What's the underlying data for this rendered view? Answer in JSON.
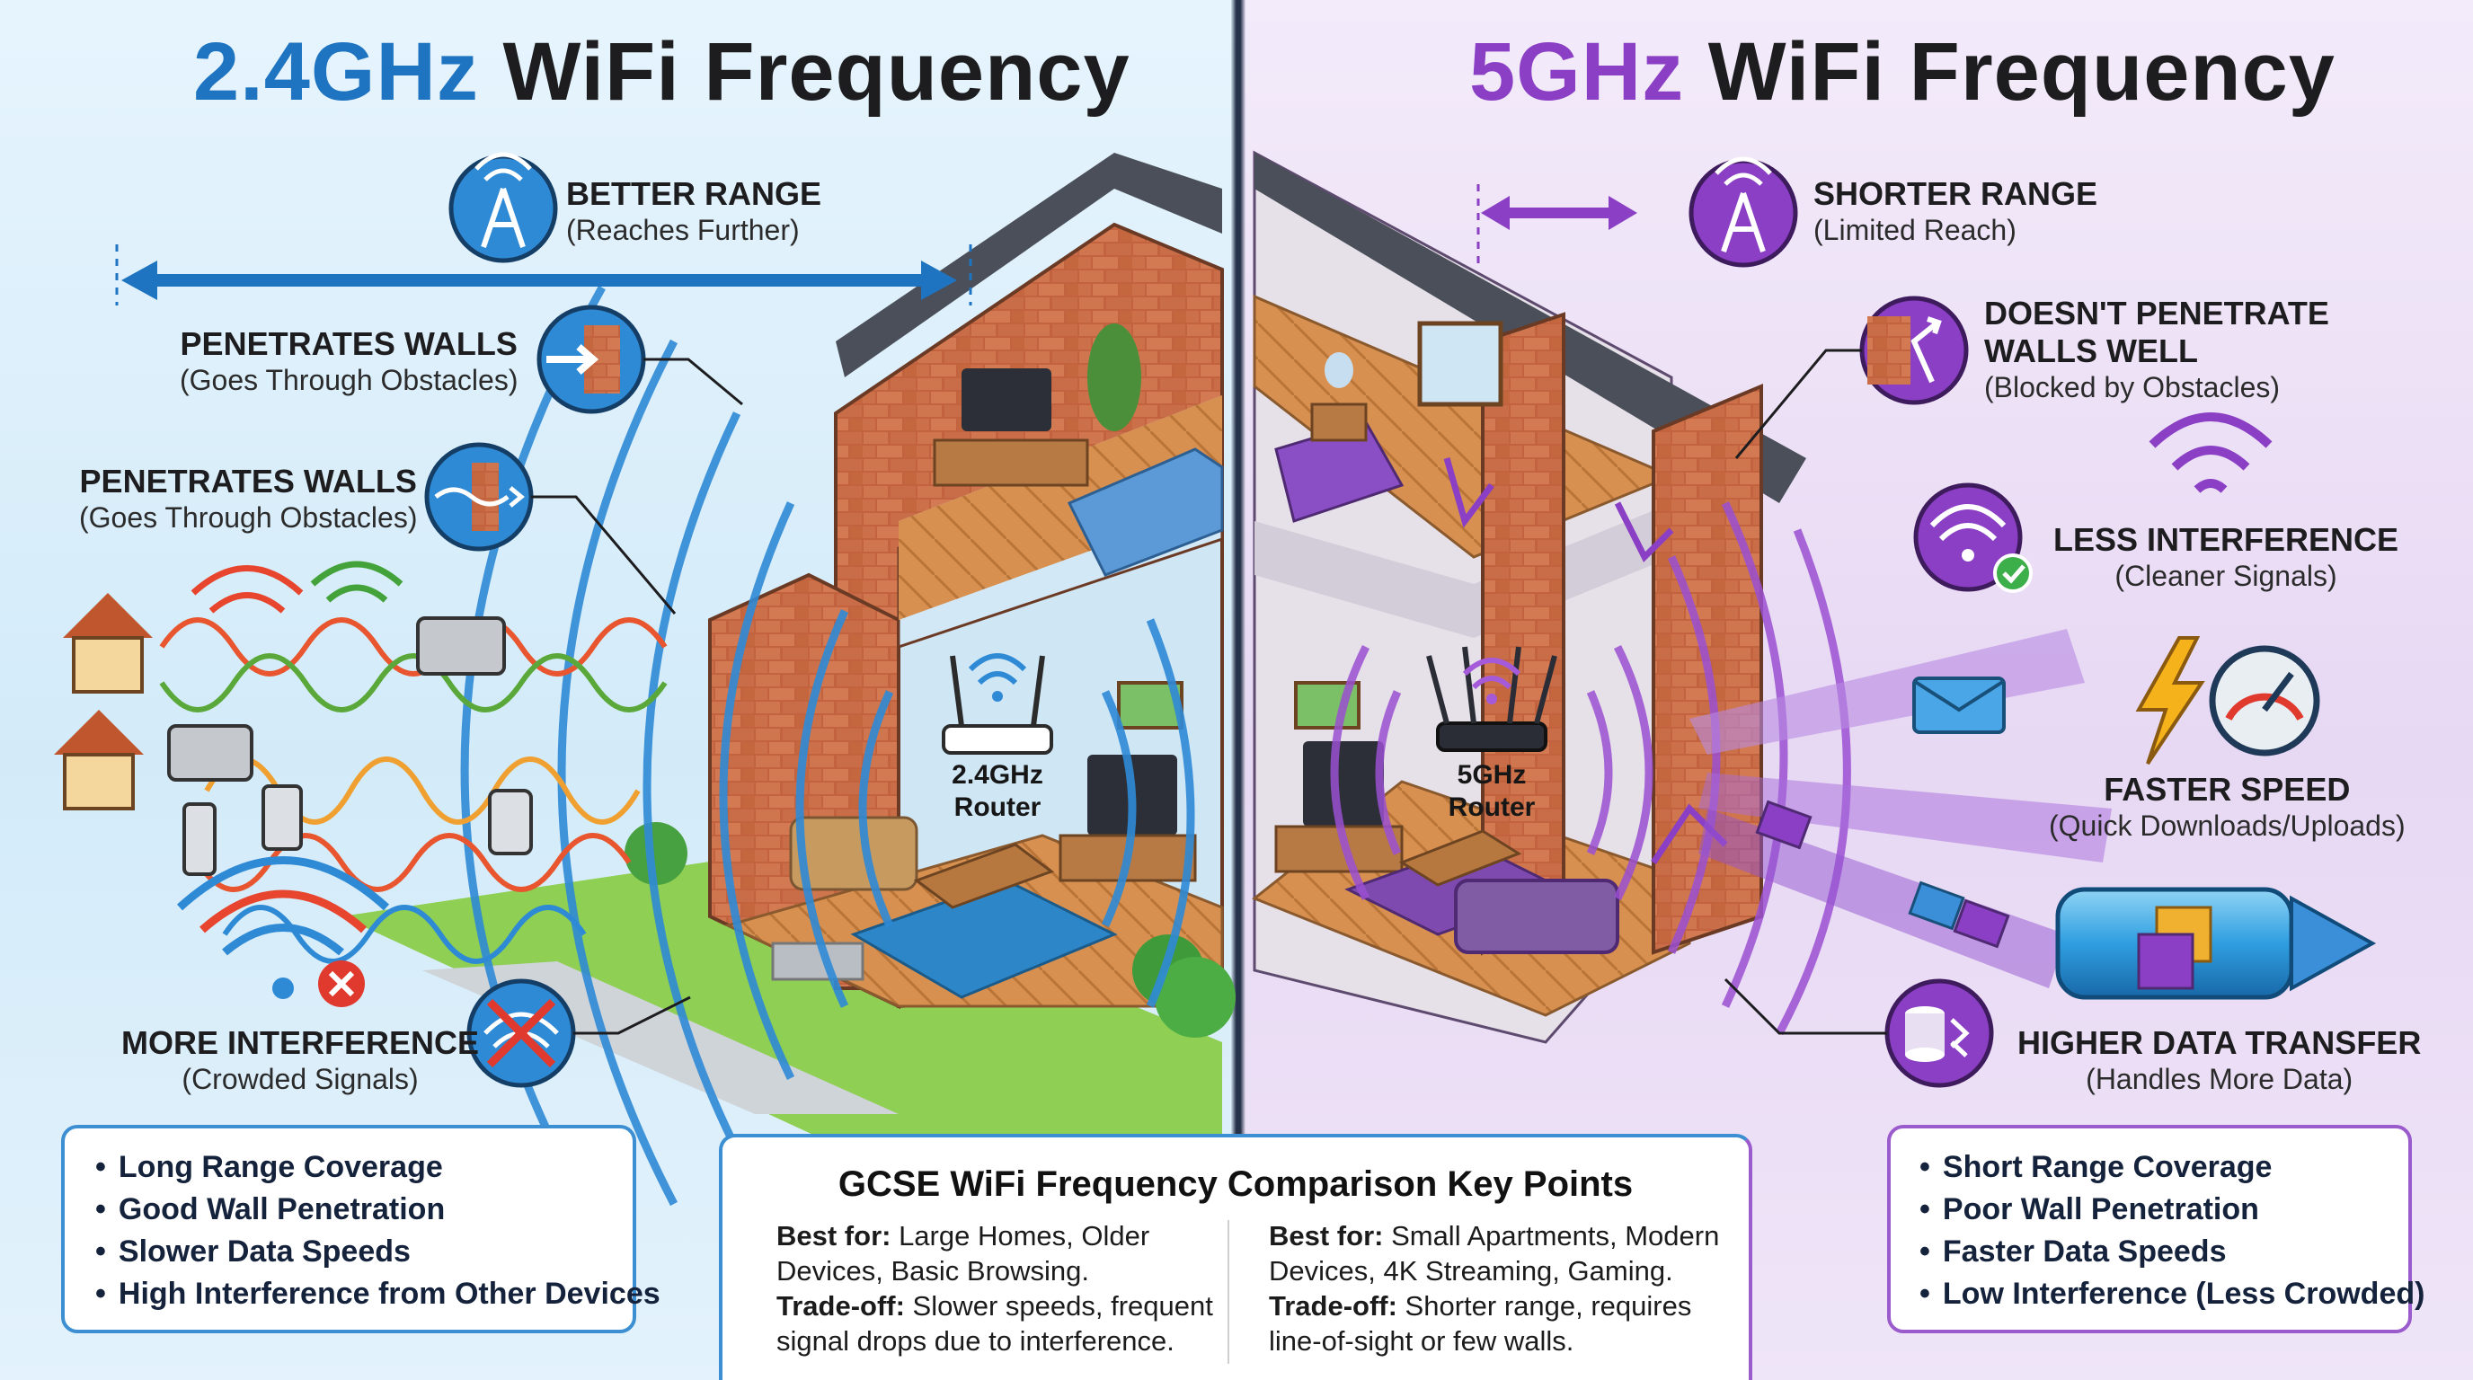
{
  "left": {
    "title_freq": "2.4GHz",
    "title_rest": "WiFi Frequency",
    "accent": "#1e74c0",
    "features": [
      {
        "head": "BETTER RANGE",
        "sub": "(Reaches Further)",
        "icon": "signal-tower-icon"
      },
      {
        "head": "PENETRATES WALLS",
        "sub": "(Goes Through Obstacles)",
        "icon": "arrow-through-wall-icon"
      },
      {
        "head": "PENETRATES WALLS",
        "sub": "(Goes Through Obstacles)",
        "icon": "wave-through-wall-icon"
      },
      {
        "head": "MORE INTERFERENCE",
        "sub": "(Crowded Signals)",
        "icon": "blocked-signal-icon"
      }
    ],
    "router_label_1": "2.4GHz",
    "router_label_2": "Router",
    "summary": [
      "Long Range Coverage",
      "Good Wall Penetration",
      "Slower Data Speeds",
      "High Interference from Other Devices"
    ],
    "summary_animal": "turtle-icon"
  },
  "right": {
    "title_freq": "5GHz",
    "title_rest": "WiFi Frequency",
    "accent": "#8a3fc4",
    "features": [
      {
        "head": "SHORTER RANGE",
        "sub": "(Limited Reach)",
        "icon": "signal-tower-icon"
      },
      {
        "head": "DOESN'T PENETRATE",
        "head2": "WALLS WELL",
        "sub": "(Blocked by Obstacles)",
        "icon": "bounce-off-wall-icon"
      },
      {
        "head": "LESS INTERFERENCE",
        "sub": "(Cleaner Signals)",
        "icon": "wifi-check-icon"
      },
      {
        "head": "FASTER SPEED",
        "sub": "(Quick Downloads/Uploads)",
        "icon": "lightning-speedometer-icon"
      },
      {
        "head": "HIGHER DATA TRANSFER",
        "sub": "(Handles More Data)",
        "icon": "database-transfer-icon"
      }
    ],
    "router_label_1": "5GHz",
    "router_label_2": "Router",
    "summary": [
      "Short Range Coverage",
      "Poor Wall Penetration",
      "Faster Data Speeds",
      "Low Interference (Less Crowded)"
    ],
    "summary_animal": "cheetah-icon"
  },
  "comparison": {
    "title": "GCSE WiFi Frequency Comparison Key Points",
    "left_best_label": "Best for:",
    "left_best_lines": [
      " Large Homes, Older",
      "Devices, Basic Browsing."
    ],
    "left_trade_label": "Trade-off:",
    "left_trade_lines": [
      " Slower speeds, frequent",
      "signal drops due to interference."
    ],
    "right_best_label": "Best for:",
    "right_best_lines": [
      " Small Apartments, Modern",
      "Devices, 4K Streaming, Gaming."
    ],
    "right_trade_label": "Trade-off:",
    "right_trade_lines": [
      " Shorter range, requires",
      "line-of-sight or few walls."
    ]
  }
}
